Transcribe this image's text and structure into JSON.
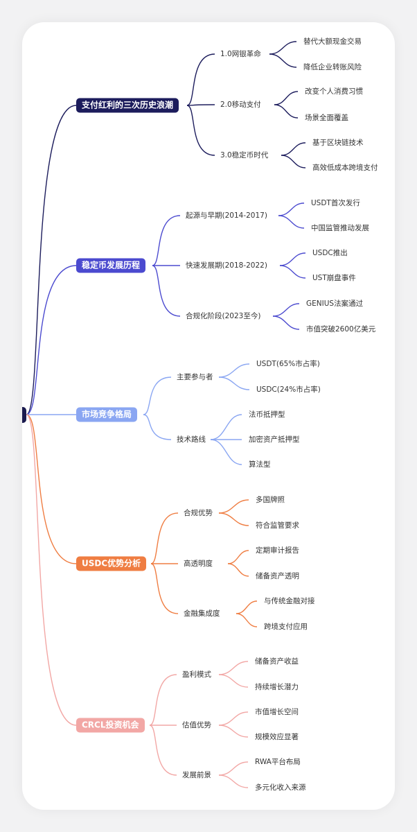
{
  "mindmap": {
    "branches": [
      {
        "label": "支付红利的三次历史浪潮",
        "color": "#1c1c5c",
        "children": [
          {
            "label": "1.0网银革命",
            "children": [
              "替代大额现金交易",
              "降低企业转账风险"
            ]
          },
          {
            "label": "2.0移动支付",
            "children": [
              "改变个人消费习惯",
              "场景全面覆盖"
            ]
          },
          {
            "label": "3.0稳定币时代",
            "children": [
              "基于区块链技术",
              "高效低成本跨境支付"
            ]
          }
        ]
      },
      {
        "label": "稳定币发展历程",
        "color": "#4b4acf",
        "children": [
          {
            "label": "起源与早期(2014-2017)",
            "children": [
              "USDT首次发行",
              "中国监管推动发展"
            ]
          },
          {
            "label": "快速发展期(2018-2022)",
            "children": [
              "USDC推出",
              "UST崩盘事件"
            ]
          },
          {
            "label": "合规化阶段(2023至今)",
            "children": [
              "GENIUS法案通过",
              "市值突破2600亿美元"
            ]
          }
        ]
      },
      {
        "label": "市场竞争格局",
        "color": "#8aa6f2",
        "children": [
          {
            "label": "主要参与者",
            "children": [
              "USDT(65%市占率)",
              "USDC(24%市占率)"
            ]
          },
          {
            "label": "技术路线",
            "children": [
              "法币抵押型",
              "加密资产抵押型",
              "算法型"
            ]
          }
        ]
      },
      {
        "label": "USDC优势分析",
        "color": "#ef7d42",
        "children": [
          {
            "label": "合规优势",
            "children": [
              "多国牌照",
              "符合监管要求"
            ]
          },
          {
            "label": "高透明度",
            "children": [
              "定期审计报告",
              "储备资产透明"
            ]
          },
          {
            "label": "金融集成度",
            "children": [
              "与传统金融对接",
              "跨境支付应用"
            ]
          }
        ]
      },
      {
        "label": "CRCL投资机会",
        "color": "#f2a7a5",
        "children": [
          {
            "label": "盈利模式",
            "children": [
              "储备资产收益",
              "持续增长潜力"
            ]
          },
          {
            "label": "估值优势",
            "children": [
              "市值增长空间",
              "规模效应显著"
            ]
          },
          {
            "label": "发展前景",
            "children": [
              "RWA平台布局",
              "多元化收入来源"
            ]
          }
        ]
      }
    ]
  }
}
